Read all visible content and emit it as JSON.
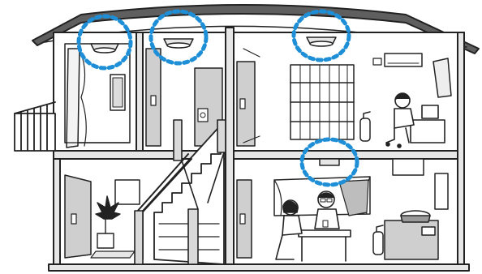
{
  "colors": {
    "outline": "#222222",
    "roof": "#5f5f5f",
    "wall_shade": "#bdbdbd",
    "floor_shade": "#cfcfcf",
    "highlight": "#1e8fd6",
    "background": "#ffffff"
  },
  "scene": {
    "detectors": [
      {
        "room": "upstairs-left-room",
        "state": "highlighted"
      },
      {
        "room": "upstairs-hallway",
        "state": "highlighted"
      },
      {
        "room": "upstairs-study",
        "state": "highlighted"
      },
      {
        "room": "downstairs-kitchen",
        "state": "highlighted"
      }
    ],
    "icons": [
      "smoke-detector-icon",
      "fire-extinguisher-icon",
      "air-conditioner-icon",
      "laptop-icon",
      "potted-plant-icon",
      "person-icon"
    ]
  }
}
